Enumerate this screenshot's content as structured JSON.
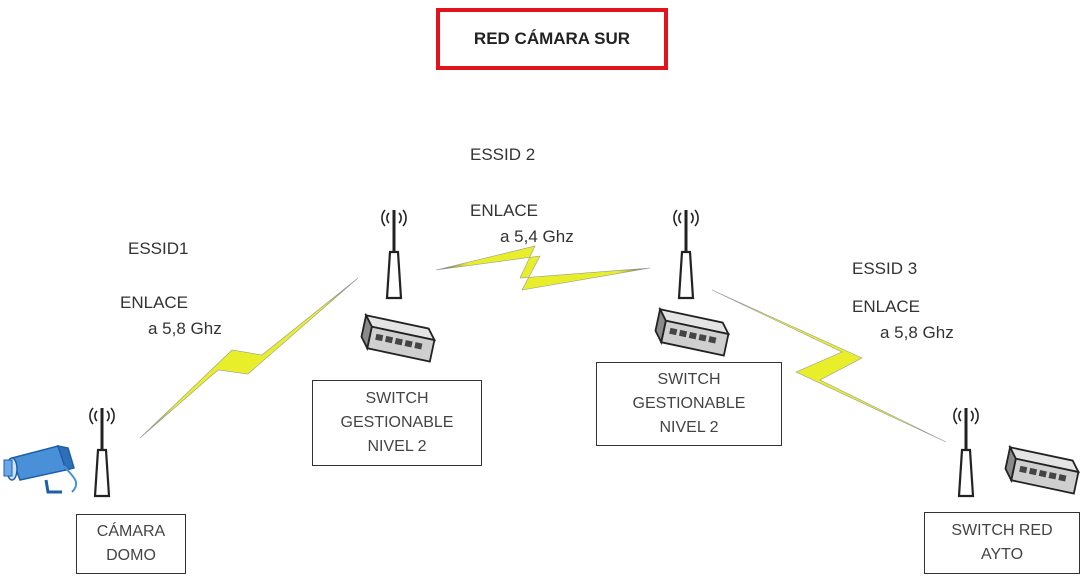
{
  "title": "RED CÁMARA SUR",
  "links": [
    {
      "essid": "ESSID1",
      "line1": "ENLACE",
      "line2": "a 5,8 Ghz"
    },
    {
      "essid": "ESSID 2",
      "line1": "ENLACE",
      "line2": "a 5,4 Ghz"
    },
    {
      "essid": "ESSID 3",
      "line1": "ENLACE",
      "line2": "a 5,8 Ghz"
    }
  ],
  "nodes": {
    "camera": {
      "lines": [
        "CÁMARA",
        "DOMO"
      ]
    },
    "switch1": {
      "lines": [
        "SWITCH",
        "GESTIONABLE",
        "NIVEL 2"
      ]
    },
    "switch2": {
      "lines": [
        "SWITCH",
        "GESTIONABLE",
        "NIVEL 2"
      ]
    },
    "switch3": {
      "lines": [
        "SWITCH RED",
        "AYTO"
      ]
    }
  },
  "colors": {
    "title_border": "#e1141c",
    "link_fill": "#e8ef2a",
    "camera": "#4a90d9"
  },
  "icons": [
    "antenna-icon",
    "switch-icon",
    "security-camera-icon",
    "wireless-link-icon"
  ]
}
